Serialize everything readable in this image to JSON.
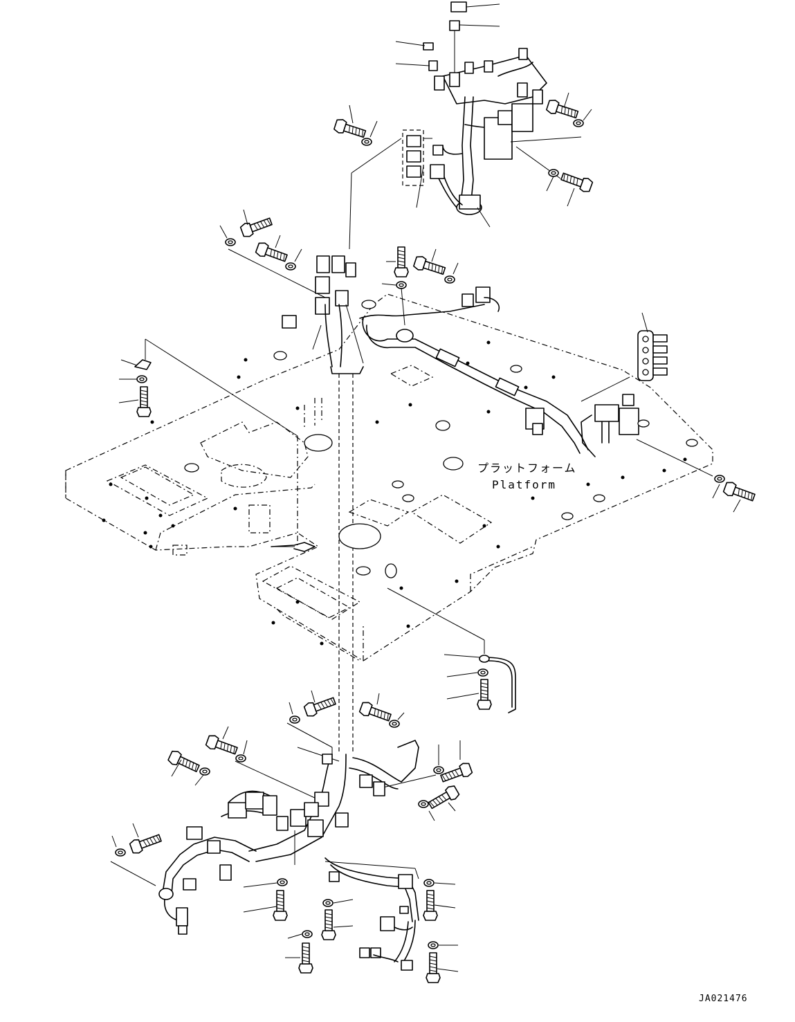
{
  "labels": {
    "platform_ja": "プラットフォーム",
    "platform_en": "Platform"
  },
  "drawing_code": "JA021476"
}
